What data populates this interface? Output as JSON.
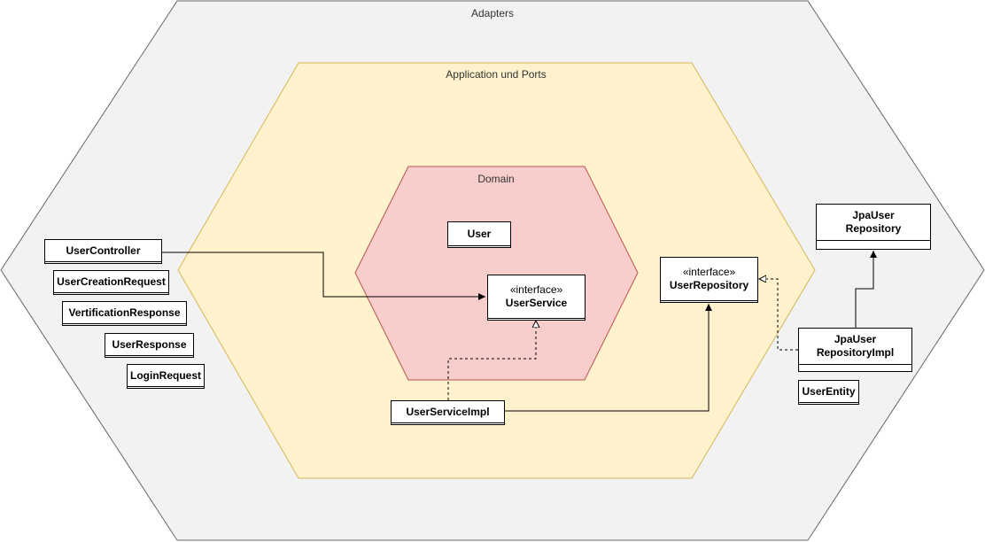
{
  "colors": {
    "adapters_fill": "#f2f2f2",
    "adapters_stroke": "#666666",
    "application_fill": "#fff2cc",
    "application_stroke": "#d6b656",
    "domain_fill": "#f8cecc",
    "domain_stroke": "#b85450",
    "class_fill": "#ffffff",
    "class_stroke": "#000000"
  },
  "layers": {
    "adapters": "Adapters",
    "application": "Application und Ports",
    "domain": "Domain"
  },
  "classes": {
    "user": "User",
    "user_service_stereotype": "«interface»",
    "user_service": "UserService",
    "user_service_impl": "UserServiceImpl",
    "user_repository_stereotype": "«interface»",
    "user_repository": "UserRepository",
    "user_controller": "UserController",
    "user_creation_request": "UserCreationRequest",
    "verification_response": "VertificationResponse",
    "user_response": "UserResponse",
    "login_request": "LoginRequest",
    "jpa_user_repository_line1": "JpaUser",
    "jpa_user_repository_line2": "Repository",
    "jpa_user_repository_impl_line1": "JpaUser",
    "jpa_user_repository_impl_line2": "RepositoryImpl",
    "user_entity": "UserEntity"
  }
}
